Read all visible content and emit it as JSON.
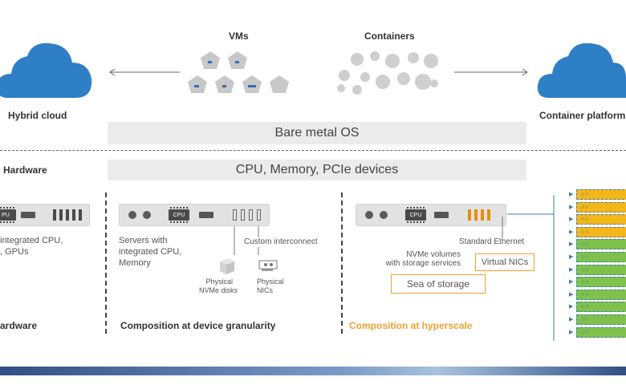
{
  "labels": {
    "vms": "VMs",
    "containers": "Containers",
    "hybrid_cloud": "Hybrid cloud",
    "container_platform": "Container platform",
    "hardware": "Hardware",
    "bare_metal": "Bare metal OS",
    "cpu_mem_pcie": "CPU, Memory, PCIe devices"
  },
  "col1": {
    "desc": "integrated CPU,\n, GPUs",
    "footer": "ardware",
    "cpu": "PU"
  },
  "col2": {
    "cpu": "CPU",
    "desc": "Servers with\nintegrated CPU,\nMemory",
    "custom_interconnect": "Custom interconnect",
    "physical_nvme": "Physical\nNVMe disks",
    "physical_nics": "Physical\nNICs",
    "footer": "Composition at device granularity"
  },
  "col3": {
    "cpu": "CPU",
    "standard_ethernet": "Standard Ethernet",
    "nvme_volumes": "NVMe volumes\nwith storage services",
    "virtual_nics": "Virtual NICs",
    "sea_of_storage": "Sea of storage",
    "footer": "Composition at hyperscale"
  },
  "colors": {
    "cloud_blue": "#2f7fc6",
    "orange": "#f0a030",
    "rack_yellow": "#f4b619",
    "rack_green": "#7fc24b",
    "bottom_band": "#3a5f9a"
  },
  "rack_units": [
    "yellow",
    "yellow",
    "yellow",
    "yellow",
    "green",
    "green",
    "green",
    "green",
    "green",
    "green",
    "green",
    "green"
  ]
}
